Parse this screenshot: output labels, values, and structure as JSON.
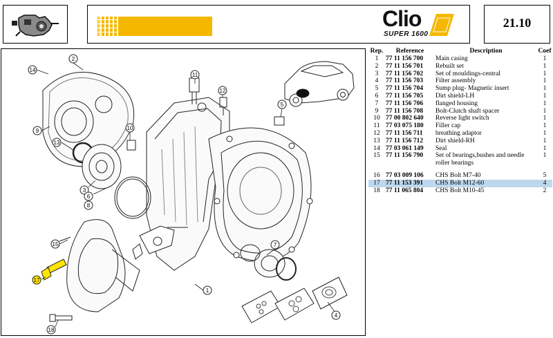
{
  "header": {
    "page_number": "21.10",
    "brand_name": "Clio",
    "brand_subtitle": "SUPER 1600",
    "accent_color": "#f5b800",
    "icon": "gearbox-icon"
  },
  "table": {
    "columns": [
      "Rep.",
      "Reference",
      "Description",
      "Coef"
    ],
    "rows": [
      {
        "rep": "1",
        "ref": "77 11 156 700",
        "desc": "Main casing",
        "coef": "1"
      },
      {
        "rep": "2",
        "ref": "77 11 156 701",
        "desc": "Rebuilt set",
        "coef": "1"
      },
      {
        "rep": "3",
        "ref": "77 11 156 702",
        "desc": "Set of mouldings-central",
        "coef": "1"
      },
      {
        "rep": "4",
        "ref": "77 11 156 703",
        "desc": "Filter assembly",
        "coef": "1"
      },
      {
        "rep": "5",
        "ref": "77 11 156 704",
        "desc": "Sump plug- Magnetic insert",
        "coef": "1"
      },
      {
        "rep": "6",
        "ref": "77 11 156 705",
        "desc": "Dirt shield-LH",
        "coef": "1"
      },
      {
        "rep": "7",
        "ref": "77 11 156 706",
        "desc": "flanged housing",
        "coef": "1"
      },
      {
        "rep": "9",
        "ref": "77 11 156 708",
        "desc": "Bolt-Clutch shaft spacer",
        "coef": "1"
      },
      {
        "rep": "10",
        "ref": "77 00 802 640",
        "desc": "Reverse light switch",
        "coef": "1"
      },
      {
        "rep": "11",
        "ref": "77 03 075 180",
        "desc": "Filler cap",
        "coef": "1"
      },
      {
        "rep": "12",
        "ref": "77 11 156 711",
        "desc": "breathing adaptor",
        "coef": "1"
      },
      {
        "rep": "13",
        "ref": "77 11 156 712",
        "desc": "Dirt shield-RH",
        "coef": "1"
      },
      {
        "rep": "14",
        "ref": "77 03 061 149",
        "desc": "Seal",
        "coef": "1"
      },
      {
        "rep": "15",
        "ref": "77 11 156 790",
        "desc": "Set of bearings,bushes and needle roller bearings",
        "coef": "1"
      }
    ],
    "rows_after_gap": [
      {
        "rep": "16",
        "ref": "77 03 009 106",
        "desc": "CHS Bolt M7-40",
        "coef": "5"
      },
      {
        "rep": "17",
        "ref": "77 11 153 391",
        "desc": "CHS Bolt M12-60",
        "coef": "4",
        "highlight": true
      },
      {
        "rep": "18",
        "ref": "77 11 065 804",
        "desc": "CHS Bolt M10-45",
        "coef": "2"
      }
    ]
  },
  "diagram": {
    "highlight_color": "#ffe600",
    "callouts": [
      "2",
      "14",
      "9",
      "13",
      "10",
      "11",
      "12",
      "5",
      "3",
      "6",
      "7",
      "8",
      "15",
      "17",
      "1",
      "4",
      "18"
    ]
  }
}
